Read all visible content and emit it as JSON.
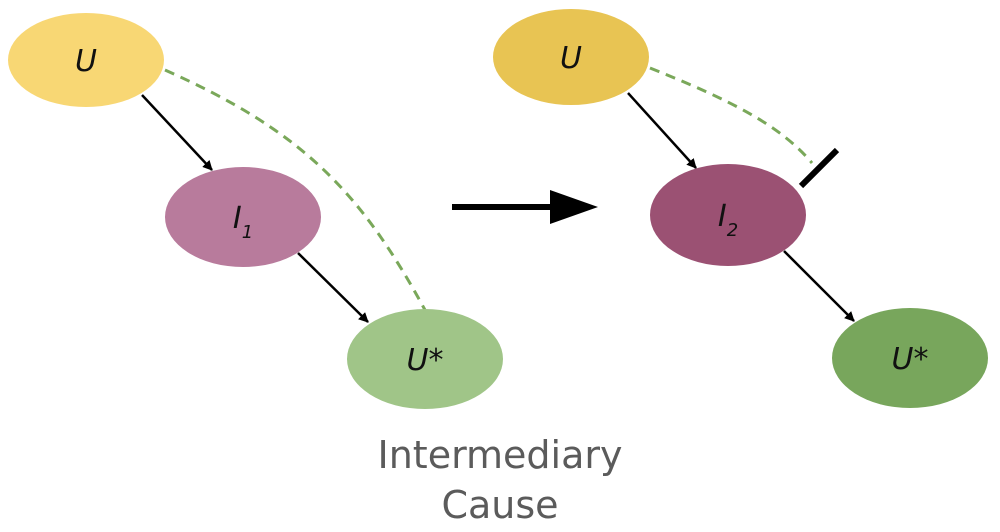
{
  "colors": {
    "u_left": "#f8d774",
    "i1": "#b87b9c",
    "ustar_left": "#a0c588",
    "u_right": "#e8c453",
    "i2": "#9b5173",
    "ustar_right": "#78a65c",
    "dashed_edge": "#7aa85a",
    "arrow": "#000000"
  },
  "left_diagram": {
    "u_label": "U",
    "i_label": "I",
    "i_subscript": "1",
    "ustar_label": "U*"
  },
  "right_diagram": {
    "u_label": "U",
    "i_label": "I",
    "i_subscript": "2",
    "ustar_label": "U*"
  },
  "caption": {
    "line1": "Intermediary",
    "line2": "Cause"
  }
}
